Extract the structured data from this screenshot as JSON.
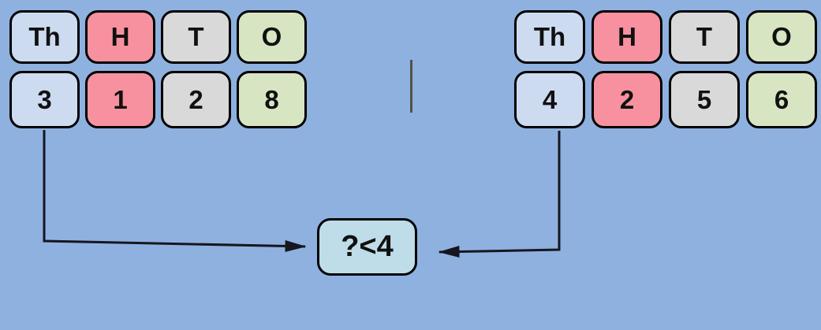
{
  "left_table": {
    "headers": [
      "Th",
      "H",
      "T",
      "O"
    ],
    "values": [
      "3",
      "1",
      "2",
      "8"
    ]
  },
  "right_table": {
    "headers": [
      "Th",
      "H",
      "T",
      "O"
    ],
    "values": [
      "4",
      "2",
      "5",
      "6"
    ]
  },
  "comparison_box": {
    "text": "?<4"
  },
  "colors": {
    "background": "#8fb1e0",
    "thousands_cell": "#cddbf1",
    "hundreds_cell": "#f7919f",
    "tens_cell": "#d9d9d9",
    "ones_cell": "#d8e5c3",
    "comparison_cell": "#bfdde9",
    "separator": "#545049",
    "arrow": "#16161e"
  }
}
